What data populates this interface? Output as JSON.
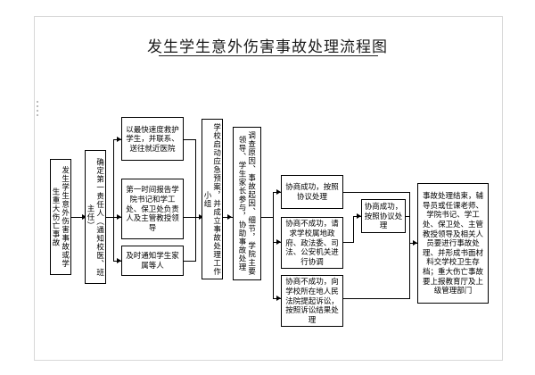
{
  "document": {
    "title": "发生学生意外伤害事故处理流程图"
  },
  "nodes": [
    {
      "id": "n1",
      "text": "发生学生意外伤害事故或学生重大伤亡事故"
    },
    {
      "id": "n2",
      "text": "确定第一责任人（通知校医、班主任）"
    },
    {
      "id": "n3",
      "text": "以最快速度救护学生，并联系、送往就近医院"
    },
    {
      "id": "n4",
      "text": "第一时间报告学院书记和学工处、保卫处负责人及主管教授领导"
    },
    {
      "id": "n5",
      "text": "及时通知学生家属等人"
    },
    {
      "id": "n6",
      "text": "学校启动应急预案，并成立事故处理工作小组"
    },
    {
      "id": "n7",
      "text": "调查原因、事故起因、细节，学院主要领导、学生家长参与，协助事故处理"
    },
    {
      "id": "n8",
      "text": "协商成功，按照协议处理"
    },
    {
      "id": "n9",
      "text": "协商成功，按照协议处理"
    },
    {
      "id": "n10",
      "text": "协商不成功，请求学校属地政府、政法委、司法、公安机关进行协调"
    },
    {
      "id": "n11",
      "text": "协商不成功，向学校所在地人民法院提起诉讼，按照诉讼结果处理"
    },
    {
      "id": "n12",
      "text": "事故处理结束，辅导员或任课老师、学院书记、学工处、保卫处、主管教授领导及相关人员要进行事故处理、并形成书面材料交学校卫生存档；重大伤亡事故要上报教育厅及上级管理部门"
    }
  ]
}
